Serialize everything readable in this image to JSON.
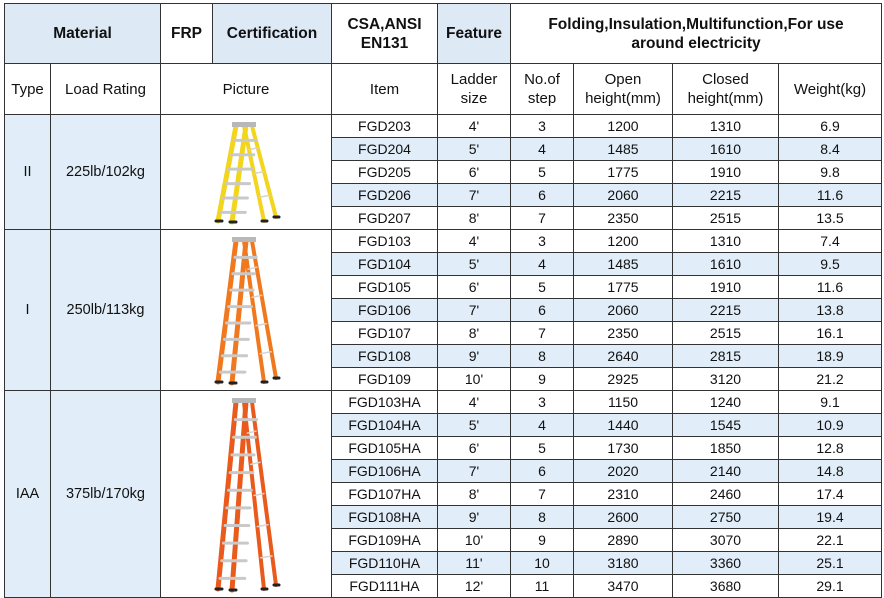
{
  "header_top": {
    "material_label": "Material",
    "material_value": "FRP",
    "cert_label": "Certification",
    "cert_value_line1": "CSA,ANSI",
    "cert_value_line2": "EN131",
    "feature_label": "Feature",
    "feature_value_line1": "Folding,Insulation,Multifunction,For use",
    "feature_value_line2": "around electricity"
  },
  "columns": {
    "type": "Type",
    "load": "Load Rating",
    "picture": "Picture",
    "item": "Item",
    "size_line1": "Ladder",
    "size_line2": "size",
    "steps_line1": "No.of",
    "steps_line2": "step",
    "open_line1": "Open",
    "open_line2": "height(mm)",
    "closed_line1": "Closed",
    "closed_line2": "height(mm)",
    "weight": "Weight(kg)"
  },
  "groups": [
    {
      "type": "II",
      "load": "225lb/102kg",
      "ladder_color": "yellow",
      "rows": [
        {
          "item": "FGD203",
          "size": "4'",
          "steps": "3",
          "open": "1200",
          "closed": "1310",
          "weight": "6.9"
        },
        {
          "item": "FGD204",
          "size": "5'",
          "steps": "4",
          "open": "1485",
          "closed": "1610",
          "weight": "8.4"
        },
        {
          "item": "FGD205",
          "size": "6'",
          "steps": "5",
          "open": "1775",
          "closed": "1910",
          "weight": "9.8"
        },
        {
          "item": "FGD206",
          "size": "7'",
          "steps": "6",
          "open": "2060",
          "closed": "2215",
          "weight": "11.6"
        },
        {
          "item": "FGD207",
          "size": "8'",
          "steps": "7",
          "open": "2350",
          "closed": "2515",
          "weight": "13.5"
        }
      ]
    },
    {
      "type": "I",
      "load": "250lb/113kg",
      "ladder_color": "orange",
      "rows": [
        {
          "item": "FGD103",
          "size": "4'",
          "steps": "3",
          "open": "1200",
          "closed": "1310",
          "weight": "7.4"
        },
        {
          "item": "FGD104",
          "size": "5'",
          "steps": "4",
          "open": "1485",
          "closed": "1610",
          "weight": "9.5"
        },
        {
          "item": "FGD105",
          "size": "6'",
          "steps": "5",
          "open": "1775",
          "closed": "1910",
          "weight": "11.6"
        },
        {
          "item": "FGD106",
          "size": "7'",
          "steps": "6",
          "open": "2060",
          "closed": "2215",
          "weight": "13.8"
        },
        {
          "item": "FGD107",
          "size": "8'",
          "steps": "7",
          "open": "2350",
          "closed": "2515",
          "weight": "16.1"
        },
        {
          "item": "FGD108",
          "size": "9'",
          "steps": "8",
          "open": "2640",
          "closed": "2815",
          "weight": "18.9"
        },
        {
          "item": "FGD109",
          "size": "10'",
          "steps": "9",
          "open": "2925",
          "closed": "3120",
          "weight": "21.2"
        }
      ]
    },
    {
      "type": "IAA",
      "load": "375lb/170kg",
      "ladder_color": "orange-red",
      "rows": [
        {
          "item": "FGD103HA",
          "size": "4'",
          "steps": "3",
          "open": "1150",
          "closed": "1240",
          "weight": "9.1"
        },
        {
          "item": "FGD104HA",
          "size": "5'",
          "steps": "4",
          "open": "1440",
          "closed": "1545",
          "weight": "10.9"
        },
        {
          "item": "FGD105HA",
          "size": "6'",
          "steps": "5",
          "open": "1730",
          "closed": "1850",
          "weight": "12.8"
        },
        {
          "item": "FGD106HA",
          "size": "7'",
          "steps": "6",
          "open": "2020",
          "closed": "2140",
          "weight": "14.8"
        },
        {
          "item": "FGD107HA",
          "size": "8'",
          "steps": "7",
          "open": "2310",
          "closed": "2460",
          "weight": "17.4"
        },
        {
          "item": "FGD108HA",
          "size": "9'",
          "steps": "8",
          "open": "2600",
          "closed": "2750",
          "weight": "19.4"
        },
        {
          "item": "FGD109HA",
          "size": "10'",
          "steps": "9",
          "open": "2890",
          "closed": "3070",
          "weight": "22.1"
        },
        {
          "item": "FGD110HA",
          "size": "11'",
          "steps": "10",
          "open": "3180",
          "closed": "3360",
          "weight": "25.1"
        },
        {
          "item": "FGD111HA",
          "size": "12'",
          "steps": "11",
          "open": "3470",
          "closed": "3680",
          "weight": "29.1"
        }
      ]
    }
  ],
  "colors": {
    "header_fill": "#dde9f5",
    "band_fill": "#e1edf8",
    "ladder_yellow": "#f2d51c",
    "ladder_orange": "#f0781e",
    "ladder_orange_red": "#ea5a1c"
  }
}
